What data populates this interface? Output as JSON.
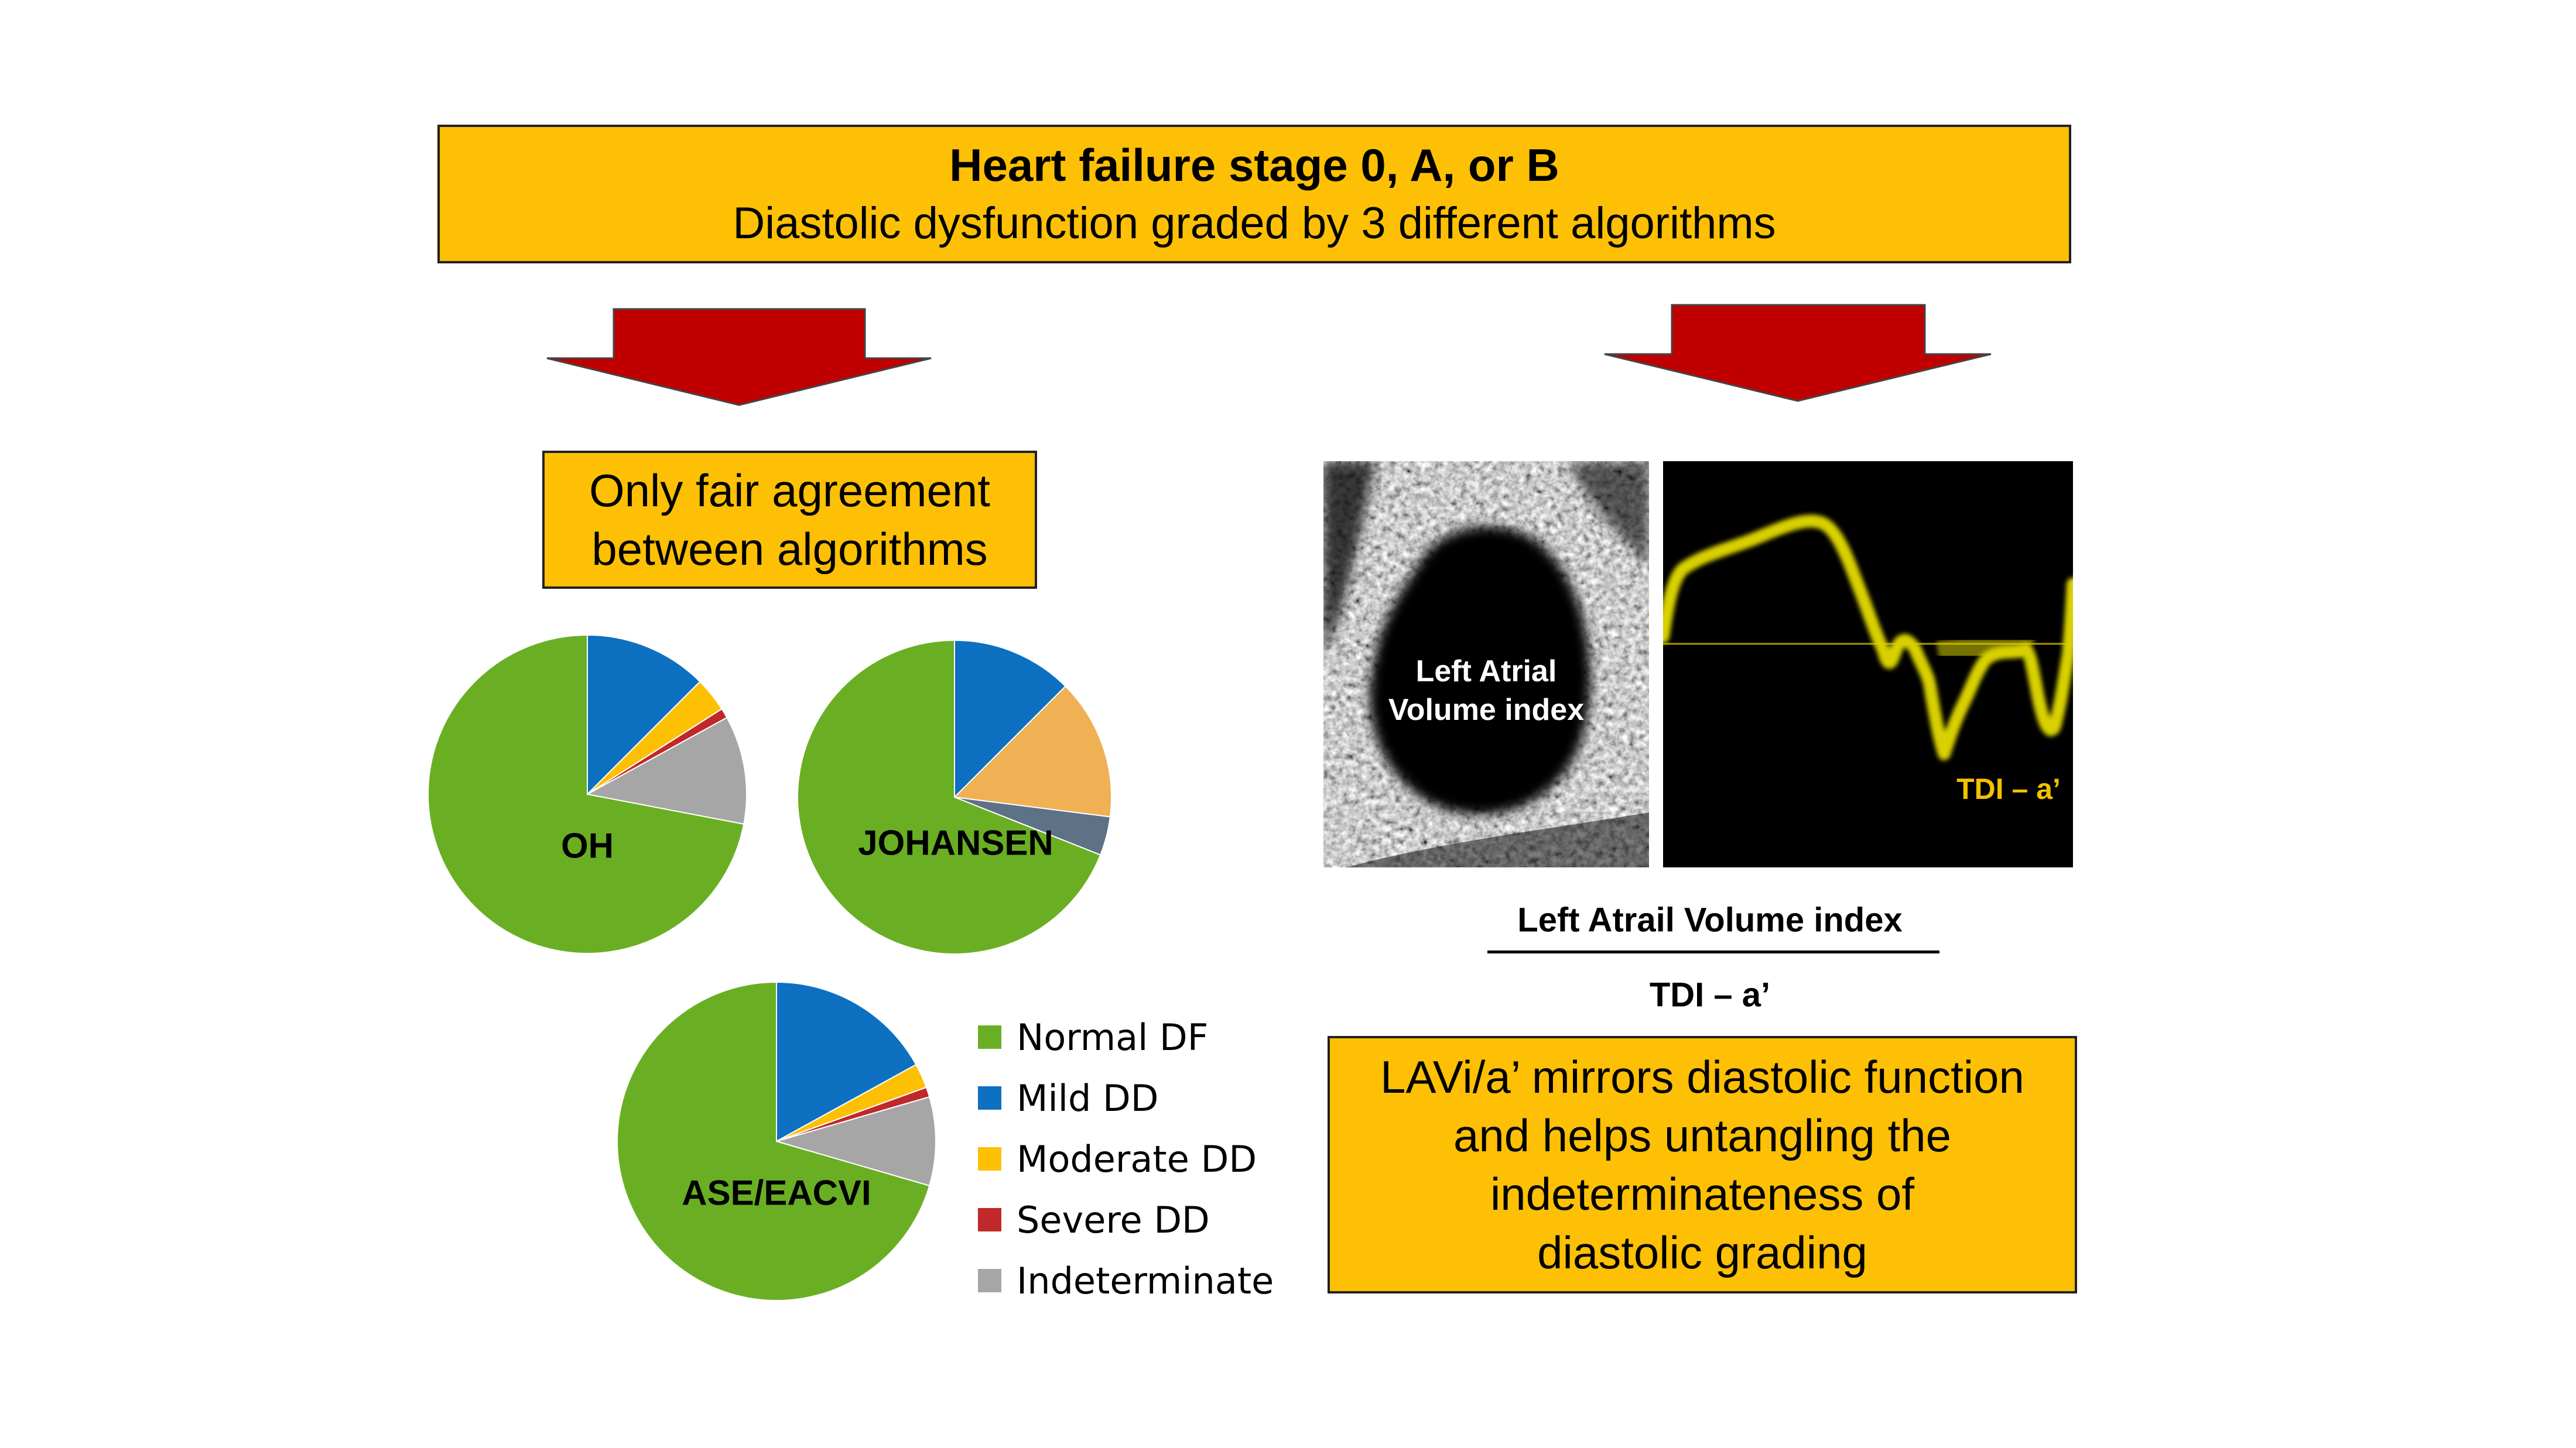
{
  "header": {
    "title": "Heart failure stage 0, A, or B",
    "subtitle": "Diastolic dysfunction graded by 3 different algorithms"
  },
  "agreement": {
    "line1": "Only fair agreement",
    "line2": "between algorithms"
  },
  "colors": {
    "box": "#fec004",
    "arrow": "#c00000",
    "normal_df": "#6aaf23",
    "mild_dd": "#0d70c0",
    "moderate_dd": "#fec004",
    "severe_dd": "#c0282a",
    "indeterminate": "#a6a6a6",
    "extra_orange": "#efb154",
    "extra_slate": "#5d7187",
    "tdi_trace": "#d8d000"
  },
  "chart_data": [
    {
      "type": "pie",
      "label": "OH",
      "unit": "percent",
      "slices": [
        {
          "category": "Mild DD",
          "value": 12.5,
          "color": "mild_dd"
        },
        {
          "category": "Moderate DD",
          "value": 3.5,
          "color": "moderate_dd"
        },
        {
          "category": "Severe DD",
          "value": 1.0,
          "color": "severe_dd"
        },
        {
          "category": "Indeterminate",
          "value": 11.0,
          "color": "indeterminate"
        },
        {
          "category": "Normal DF",
          "value": 72.0,
          "color": "normal_df"
        }
      ]
    },
    {
      "type": "pie",
      "label": "JOHANSEN",
      "unit": "percent",
      "slices": [
        {
          "category": "Mild DD",
          "value": 12.5,
          "color": "mild_dd"
        },
        {
          "category": "",
          "value": 14.5,
          "color": "extra_orange"
        },
        {
          "category": "",
          "value": 4.0,
          "color": "extra_slate"
        },
        {
          "category": "Normal DF",
          "value": 69.0,
          "color": "normal_df"
        }
      ]
    },
    {
      "type": "pie",
      "label": "ASE/EACVI",
      "unit": "percent",
      "slices": [
        {
          "category": "Mild DD",
          "value": 17.0,
          "color": "mild_dd"
        },
        {
          "category": "Moderate DD",
          "value": 2.5,
          "color": "moderate_dd"
        },
        {
          "category": "Severe DD",
          "value": 1.0,
          "color": "severe_dd"
        },
        {
          "category": "Indeterminate",
          "value": 9.0,
          "color": "indeterminate"
        },
        {
          "category": "Normal DF",
          "value": 70.5,
          "color": "normal_df"
        }
      ]
    }
  ],
  "legend": [
    {
      "label": "Normal DF",
      "color": "normal_df"
    },
    {
      "label": "Mild DD",
      "color": "mild_dd"
    },
    {
      "label": "Moderate DD",
      "color": "moderate_dd"
    },
    {
      "label": "Severe DD",
      "color": "severe_dd"
    },
    {
      "label": "Indeterminate",
      "color": "indeterminate"
    }
  ],
  "echo": {
    "la_line1": "Left Atrial",
    "la_line2": "Volume index",
    "tdi_label": "TDI – a’"
  },
  "ratio": {
    "numerator": "Left Atrail Volume index",
    "denominator": "TDI – a’"
  },
  "conclusion": {
    "line1": "LAVi/a’ mirrors diastolic function",
    "line2": "and helps untangling the",
    "line3": "indeterminateness of",
    "line4": "diastolic grading"
  }
}
